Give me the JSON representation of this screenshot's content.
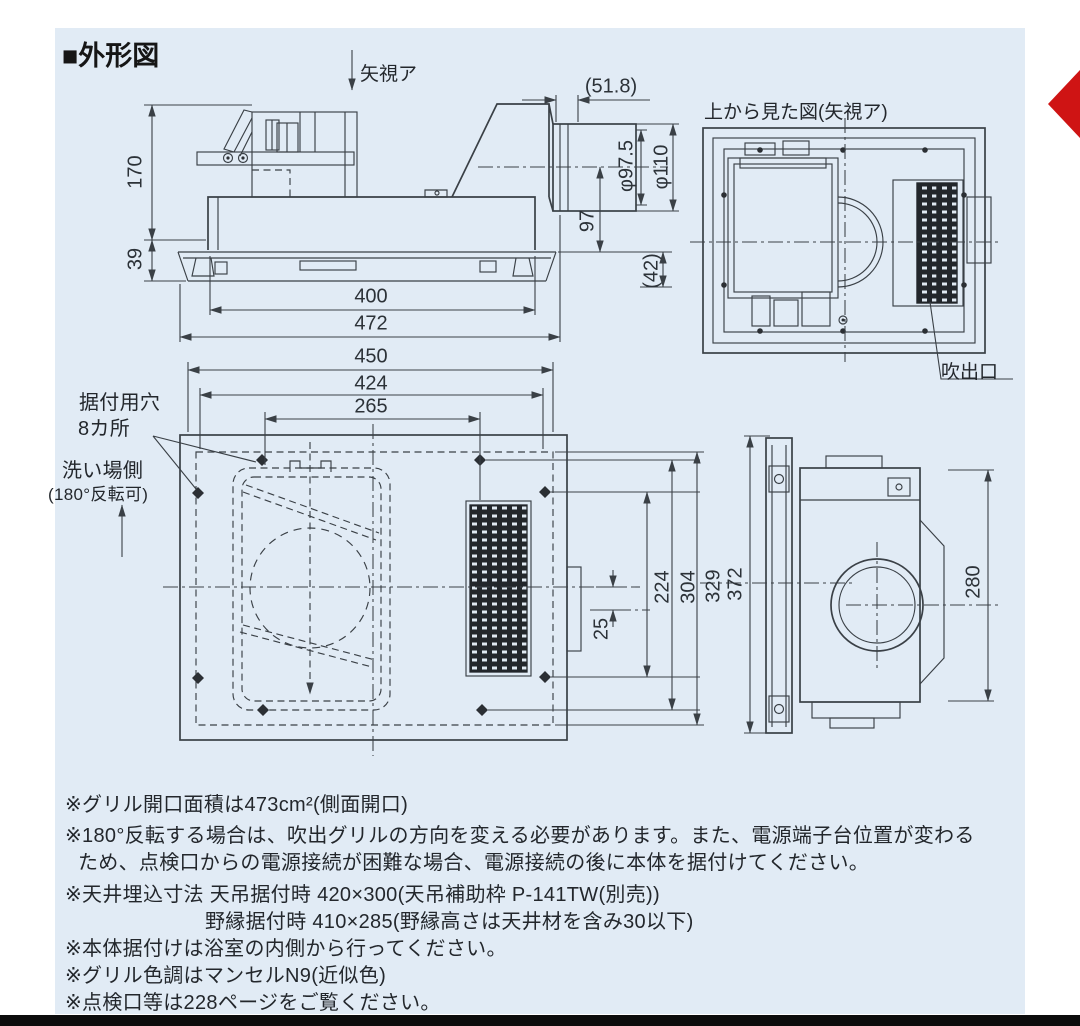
{
  "colors": {
    "panel_bg": "#e1ebf5",
    "line": "#3a4046",
    "text": "#23272c",
    "accent_red": "#cf1414",
    "footer_bar": "#0c0c0c"
  },
  "page": {
    "title": "■外形図"
  },
  "side_view": {
    "view_arrow_label": "矢視ア",
    "height_total": "170",
    "flange_height": "39",
    "body_width": "400",
    "flange_width": "472",
    "duct_ref": "(51.8)",
    "duct_inner_dia": "φ97.5",
    "duct_outer_dia": "φ110",
    "duct_center_height": "97",
    "ref_42": "(42)"
  },
  "top_view": {
    "title": "上から見た図(矢視ア)",
    "outlet_label": "吹出口"
  },
  "plan_view": {
    "width_450": "450",
    "width_424": "424",
    "width_265": "265",
    "offset_25": "25",
    "height_224": "224",
    "height_304": "304",
    "height_329": "329",
    "mount_holes_line1": "据付用穴",
    "mount_holes_line2": "8カ所",
    "wash_side_line1": "洗い場側",
    "wash_side_line2": "(180°反転可)"
  },
  "right_view": {
    "height_372": "372",
    "height_280": "280"
  },
  "notes": {
    "line1": "※グリル開口面積は473cm²(側面開口)",
    "line2": "※180°反転する場合は、吹出グリルの方向を変える必要があります。また、電源端子台位置が変わる",
    "line3": "ため、点検口からの電源接続が困難な場合、電源接続の後に本体を据付けてください。",
    "line4": "※天井埋込寸法 天吊据付時 420×300(天吊補助枠 P-141TW(別売))",
    "line5": "野縁据付時 410×285(野縁高さは天井材を含み30以下)",
    "line6": "※本体据付けは浴室の内側から行ってください。",
    "line7": "※グリル色調はマンセルN9(近似色)",
    "line8": "※点検口等は228ページをご覧ください。"
  }
}
